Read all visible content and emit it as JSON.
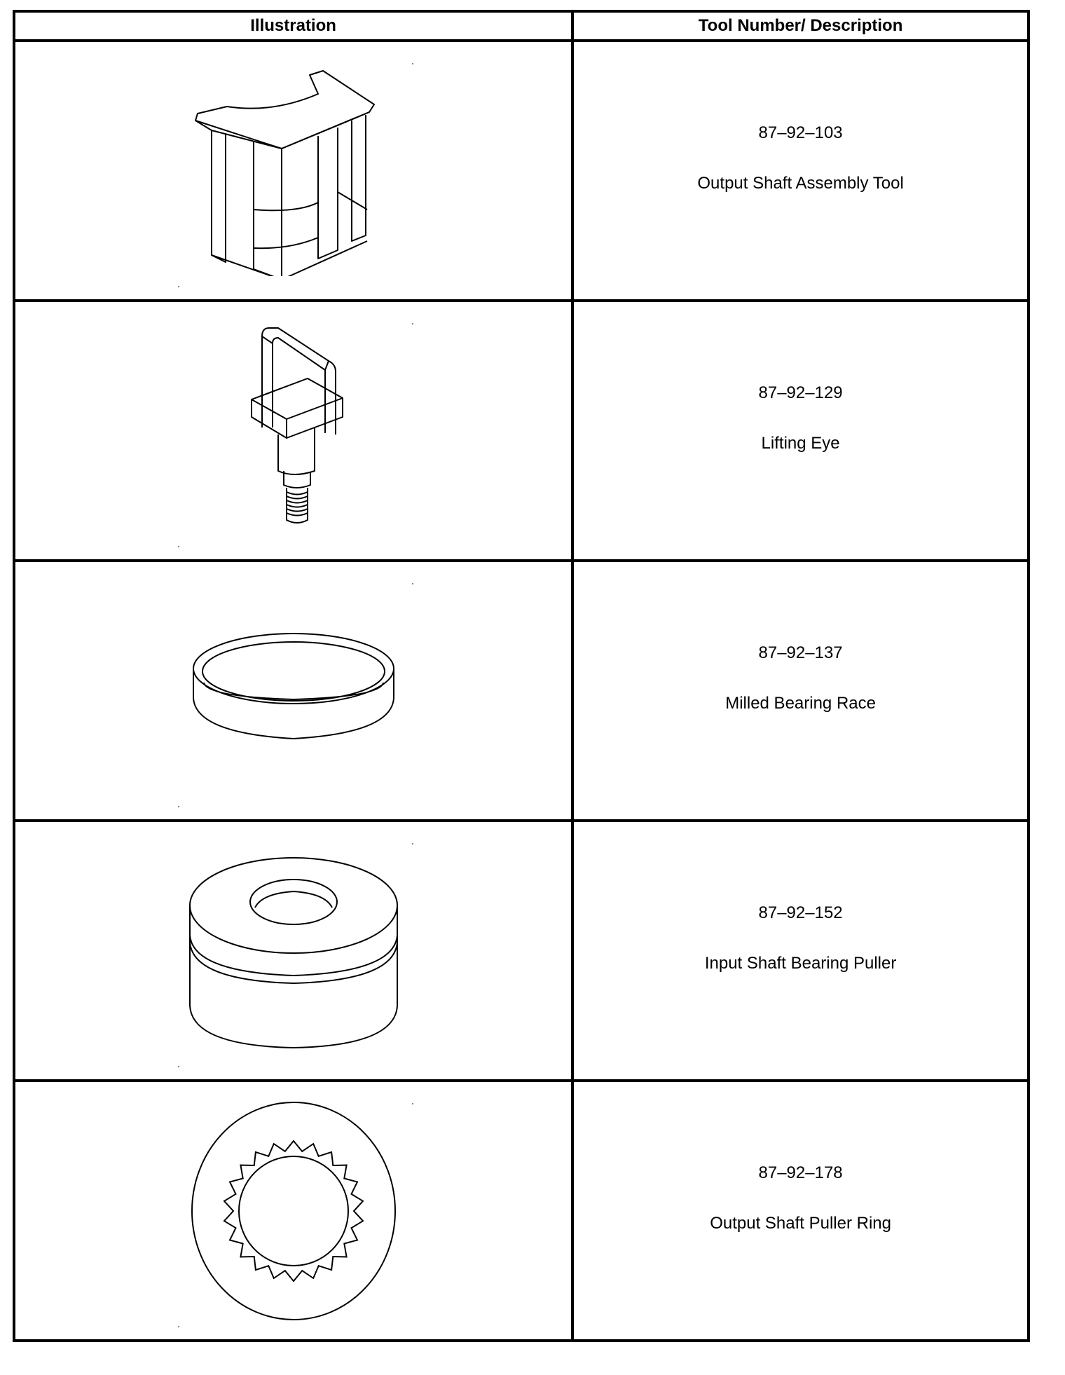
{
  "table": {
    "headers": {
      "illustration": "Illustration",
      "description": "Tool Number/ Description"
    },
    "rows": [
      {
        "number": "87–92–103",
        "description": "Output Shaft Assembly Tool",
        "icon": "output-shaft-assembly-tool-icon"
      },
      {
        "number": "87–92–129",
        "description": "Lifting Eye",
        "icon": "lifting-eye-icon"
      },
      {
        "number": "87–92–137",
        "description": "Milled Bearing Race",
        "icon": "milled-bearing-race-icon"
      },
      {
        "number": "87–92–152",
        "description": "Input Shaft Bearing Puller",
        "icon": "input-shaft-bearing-puller-icon"
      },
      {
        "number": "87–92–178",
        "description": "Output Shaft Puller Ring",
        "icon": "output-shaft-puller-ring-icon"
      }
    ]
  }
}
